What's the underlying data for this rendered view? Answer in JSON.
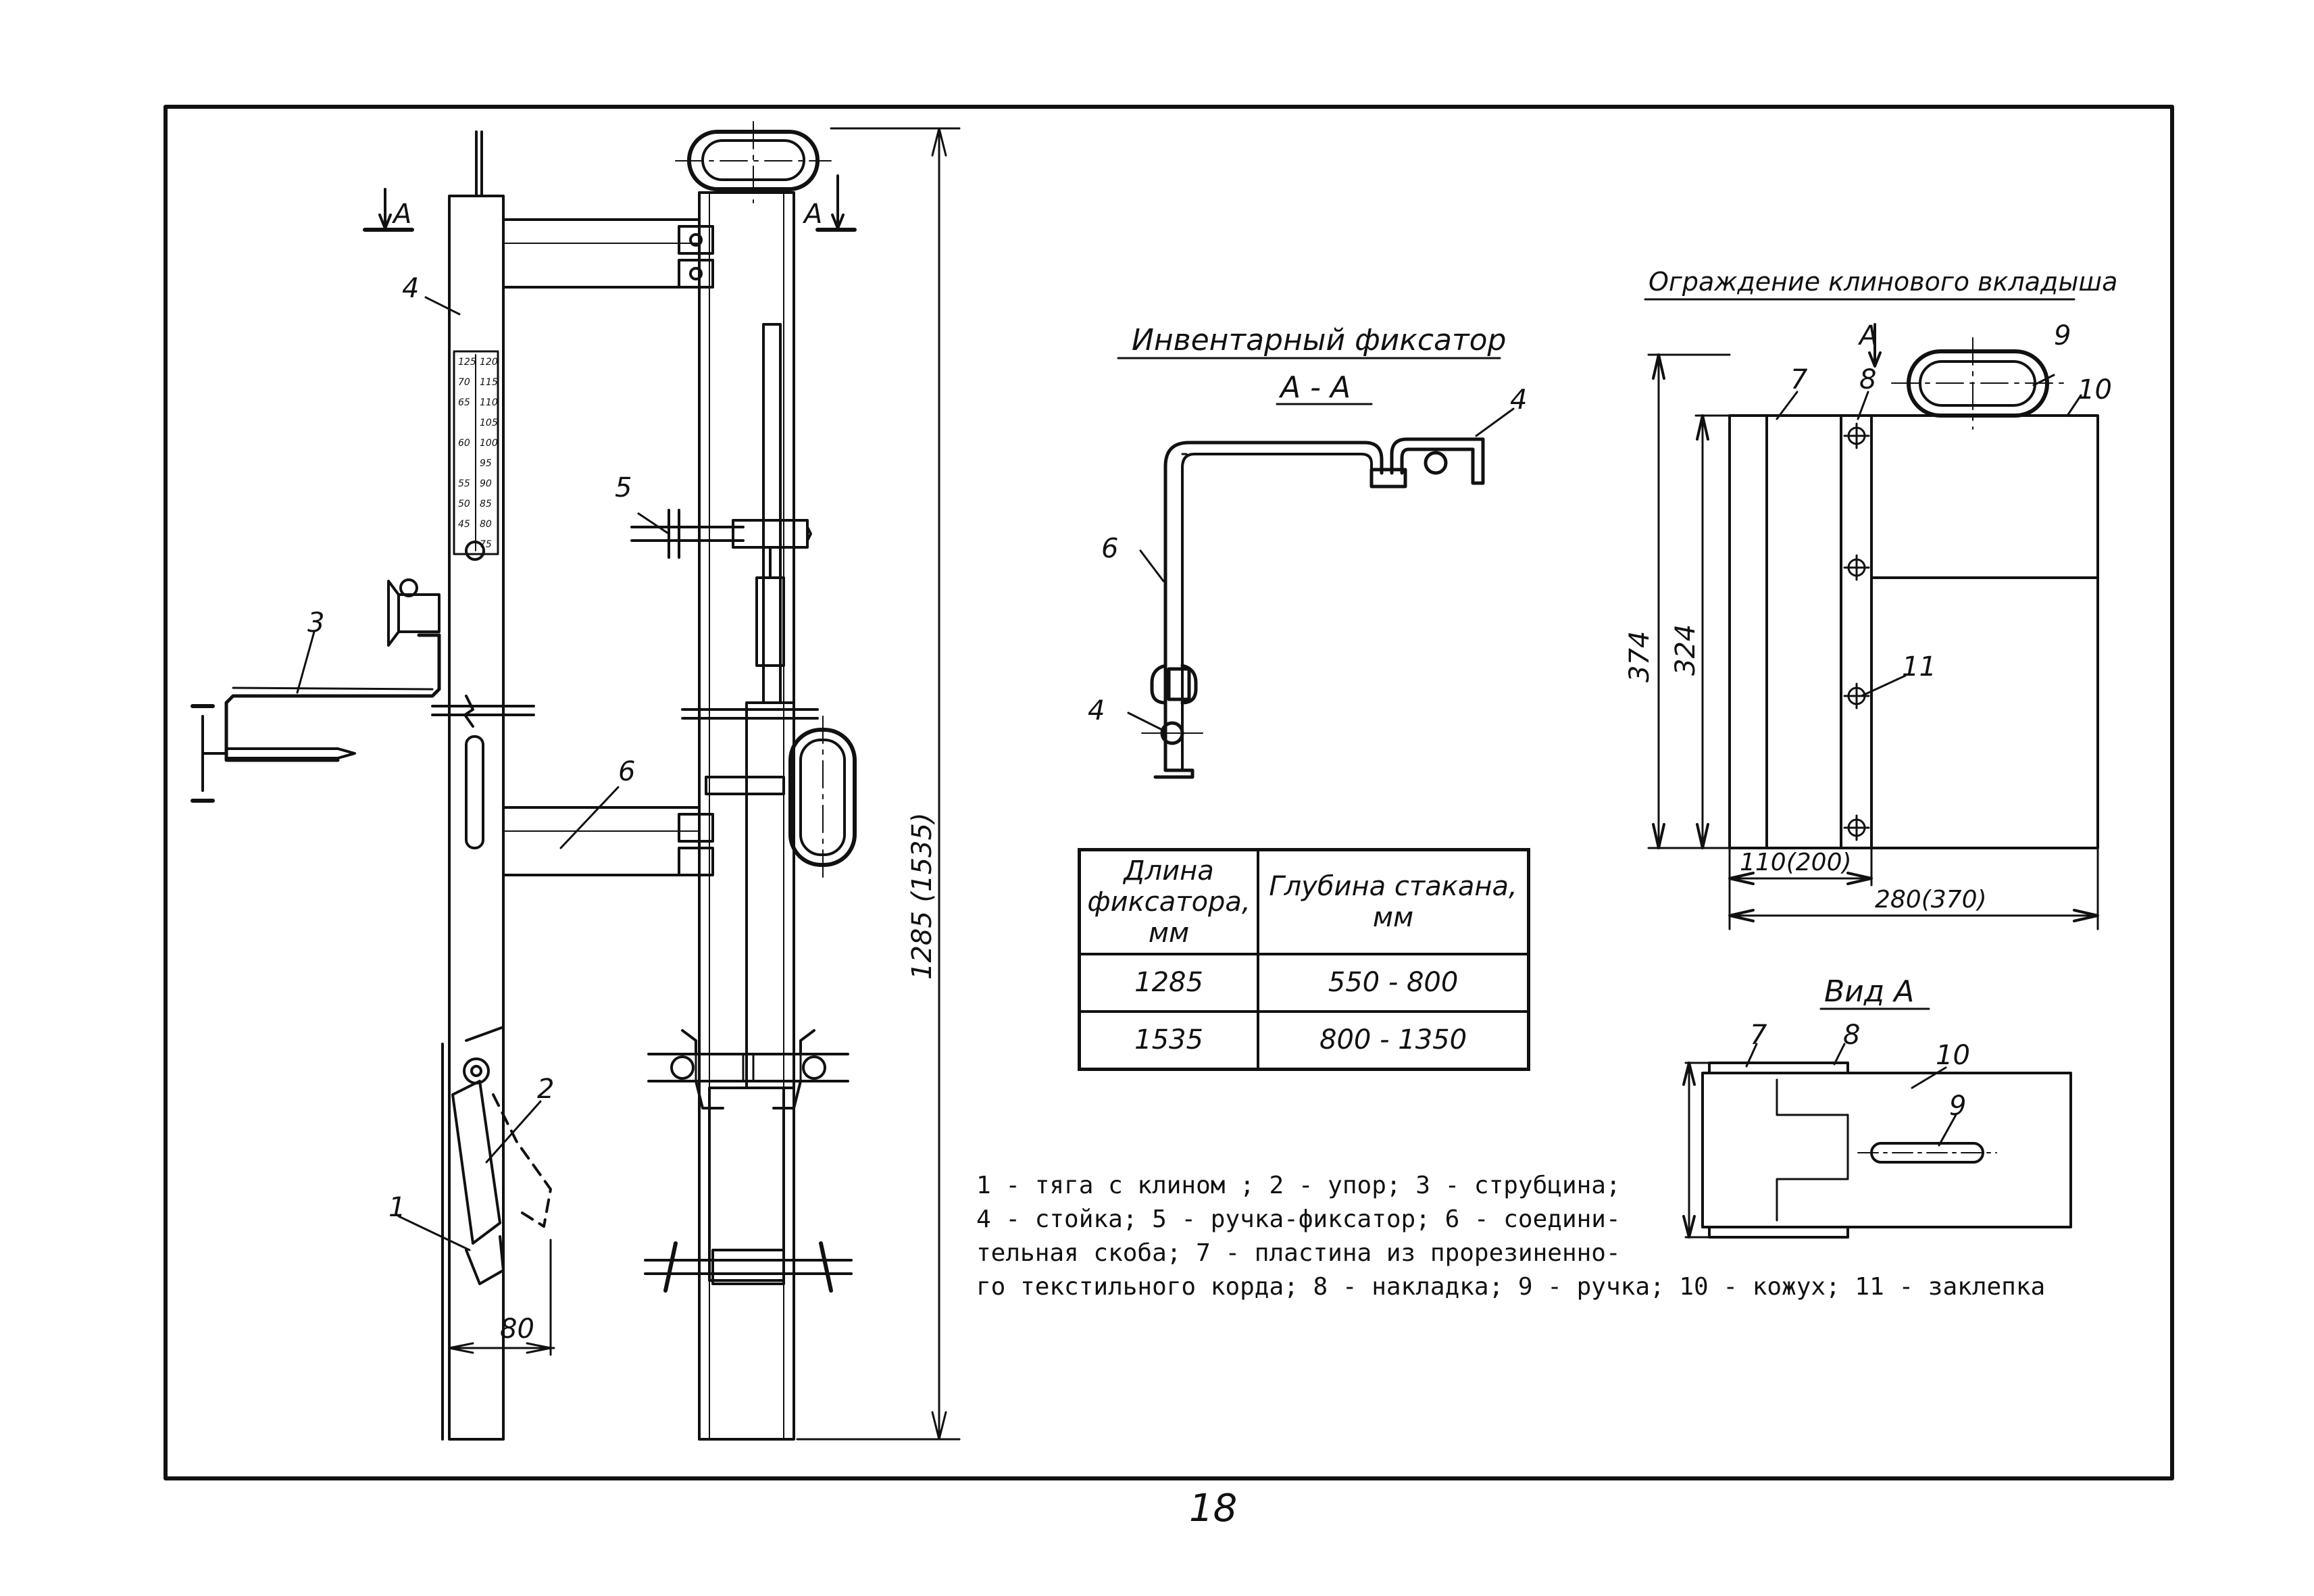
{
  "diagram": {
    "titles": {
      "inventory": "Инвентарный фиксатор",
      "section_aa": "А - А",
      "guard": "Ограждение клинового вкладыша",
      "view_a": "Вид А"
    },
    "section_marks": {
      "left": "А",
      "right": "А",
      "guard": "А"
    },
    "part_callouts": [
      "1",
      "2",
      "3",
      "4",
      "5",
      "6",
      "7",
      "8",
      "9",
      "10",
      "11"
    ],
    "dimensions": {
      "height": "1285 (1535)",
      "offset_80": "80",
      "guard_h_total": "374",
      "guard_h_inner": "324",
      "guard_w_inner": "110(200)",
      "guard_w_total": "280(370)"
    },
    "scale_marks": [
      "45",
      "50",
      "55",
      "60",
      "65",
      "70",
      "75",
      "80",
      "85",
      "90",
      "95",
      "100",
      "105",
      "110",
      "115",
      "120",
      "125"
    ]
  },
  "table": {
    "headers": [
      "Длина фиксатора, мм",
      "Глубина стакана, мм"
    ],
    "header_lines": [
      [
        "Длина",
        "фиксатора,",
        "мм"
      ],
      [
        "Глубина стакана,",
        "мм"
      ]
    ],
    "rows": [
      [
        "1285",
        "550 - 800"
      ],
      [
        "1535",
        "800 - 1350"
      ]
    ]
  },
  "legend": {
    "lines": [
      "1 - тяга с клином ; 2 - упор; 3 - струбцина;",
      "4 - стойка; 5 - ручка-фиксатор; 6 - соедини-",
      "тельная скоба; 7 - пластина из прорезиненно-",
      "го текстильного корда; 8 - накладка; 9 - ручка; 10 - кожух; 11 - заклепка"
    ]
  },
  "page_number": "18"
}
